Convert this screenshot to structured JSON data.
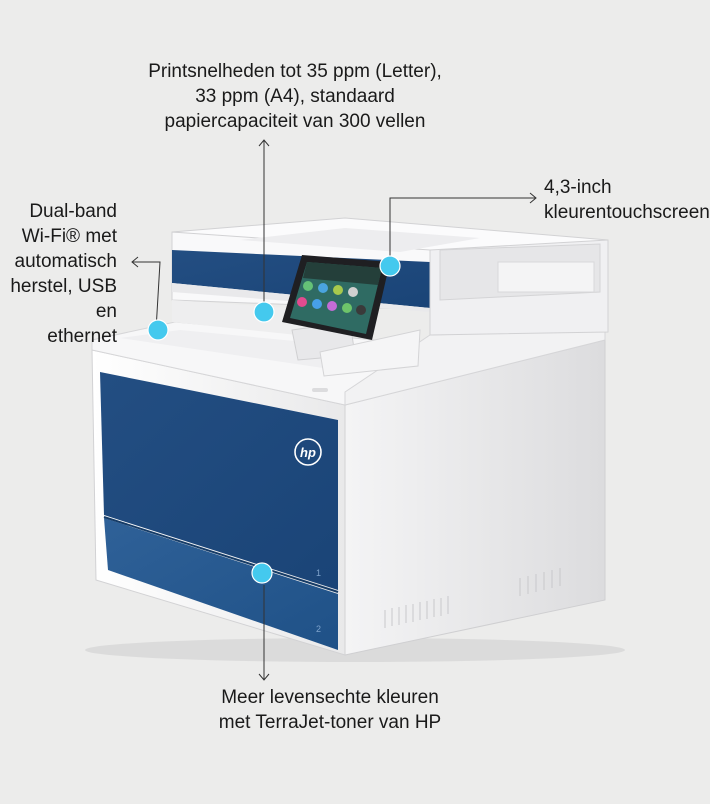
{
  "callouts": {
    "top": "Printsnelheden tot 35 ppm (Letter),\n33 ppm (A4), standaard\npapiercapaciteit van 300 vellen",
    "left": "Dual-band\nWi-Fi® met\nautomatisch\nherstel, USB en\nethernet",
    "right": "4,3-inch\nkleurentouchscreen",
    "bottom": "Meer levensechte kleuren\nmet TerraJet-toner van HP"
  },
  "printer": {
    "brand": "hp",
    "tray_labels": [
      "1",
      "2"
    ]
  },
  "colors": {
    "background": "#ececeb",
    "accent_blue": "#1d4f86",
    "hotspot": "#44c9ee"
  },
  "icons": [
    "hotspot-dot-icon",
    "arrow-up-icon",
    "arrow-down-icon",
    "arrow-left-icon",
    "arrow-right-icon",
    "hp-logo-icon"
  ]
}
